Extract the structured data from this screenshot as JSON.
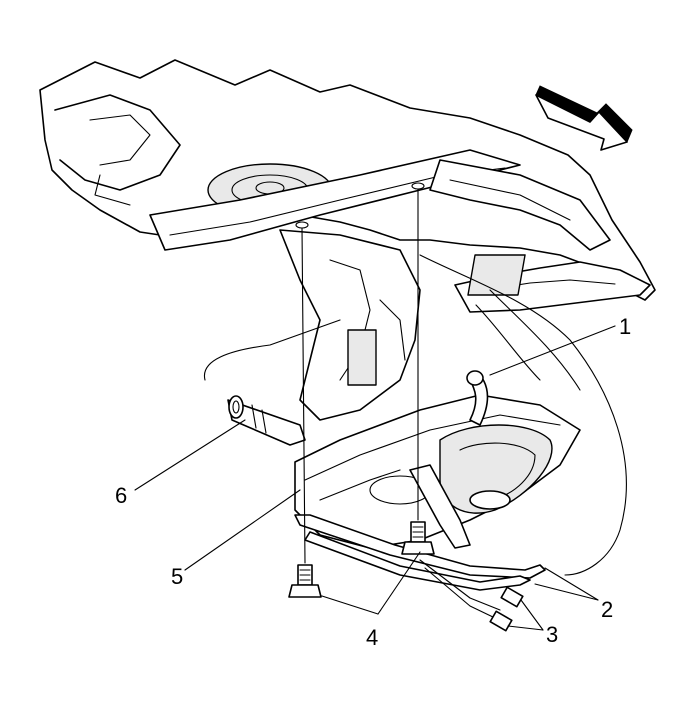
{
  "callouts": [
    {
      "id": "1",
      "text": "1"
    },
    {
      "id": "2",
      "text": "2"
    },
    {
      "id": "3",
      "text": "3"
    },
    {
      "id": "4",
      "text": "4"
    },
    {
      "id": "5",
      "text": "5"
    },
    {
      "id": "6",
      "text": "6"
    }
  ],
  "icons": {
    "direction_arrow": "direction-arrow-icon"
  },
  "colors": {
    "line": "#000000",
    "background": "#ffffff"
  }
}
